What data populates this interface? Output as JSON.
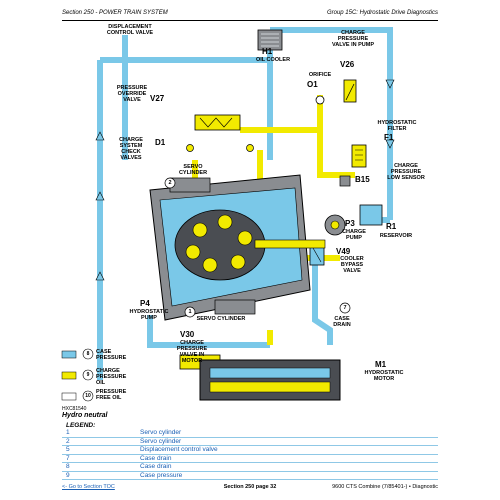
{
  "header": {
    "left": "Section 250 - POWER TRAIN SYSTEM",
    "right": "Group 15C: Hydrostatic Drive Diagnostics"
  },
  "diagram": {
    "labels": {
      "displacement_control_valve": "DISPLACEMENT CONTROL VALVE",
      "h1_code": "H1",
      "oil_cooler": "OIL COOLER",
      "charge_pressure_valve_in_pump": "CHARGE PRESSURE VALVE IN PUMP",
      "v26_code": "V26",
      "orifice": "ORIFICE",
      "o1_code": "O1",
      "pressure_override_valve": "PRESSURE OVERRIDE VALVE",
      "v27_code": "V27",
      "hydrostatic_filter": "HYDROSTATIC FILTER",
      "f1_code": "F1",
      "d1_code": "D1",
      "charge_system_check_valves": "CHARGE SYSTEM CHECK VALVES",
      "charge_pressure_low_sensor": "CHARGE PRESSURE LOW SENSOR",
      "b15_code": "B15",
      "servo_cylinder_top": "SERVO CYLINDER",
      "callout_2": "2",
      "p3_code": "P3",
      "charge_pump": "CHARGE PUMP",
      "r1_code": "R1",
      "reservoir": "RESERVOIR",
      "v49_code": "V49",
      "cooler_bypass_valve": "COOLER BYPASS VALVE",
      "p4_code": "P4",
      "hydrostatic_pump": "HYDROSTATIC PUMP",
      "callout_1": "1",
      "servo_cylinder_bottom": "SERVO CYLINDER",
      "callout_7": "7",
      "case_drain": "CASE DRAIN",
      "v30_code": "V30",
      "charge_pressure_valve_in_motor": "CHARGE PRESSURE VALVE IN MOTOR",
      "m1_code": "M1",
      "hydrostatic_motor": "HYDROSTATIC MOTOR",
      "image_id": "HXC81540"
    },
    "key": [
      {
        "num": "8",
        "text": "CASE PRESSURE",
        "color": "#7ac8e8"
      },
      {
        "num": "9",
        "text": "CHARGE PRESSURE OIL",
        "color": "#f2ea00"
      },
      {
        "num": "10",
        "text": "PRESSURE FREE OIL",
        "color": "#ffffff"
      }
    ],
    "colors": {
      "case_pressure": "#7ac8e8",
      "charge_pressure": "#f2ea00",
      "component_gray": "#8a8d91",
      "component_dark": "#4a4d52"
    }
  },
  "caption": "Hydro neutral",
  "legend": {
    "title": "LEGEND:",
    "items": [
      {
        "num": "1",
        "desc": "Servo cylinder"
      },
      {
        "num": "2",
        "desc": "Servo cylinder"
      },
      {
        "num": "5",
        "desc": "Displacement control valve"
      },
      {
        "num": "7",
        "desc": "Case drain"
      },
      {
        "num": "8",
        "desc": "Case drain"
      },
      {
        "num": "9",
        "desc": "Case pressure"
      }
    ]
  },
  "footer": {
    "left": "<- Go to Section TOC",
    "center": "Section 250 page 32",
    "right": "9600 CTS Combine (7/85401-) • Diagnostic"
  }
}
